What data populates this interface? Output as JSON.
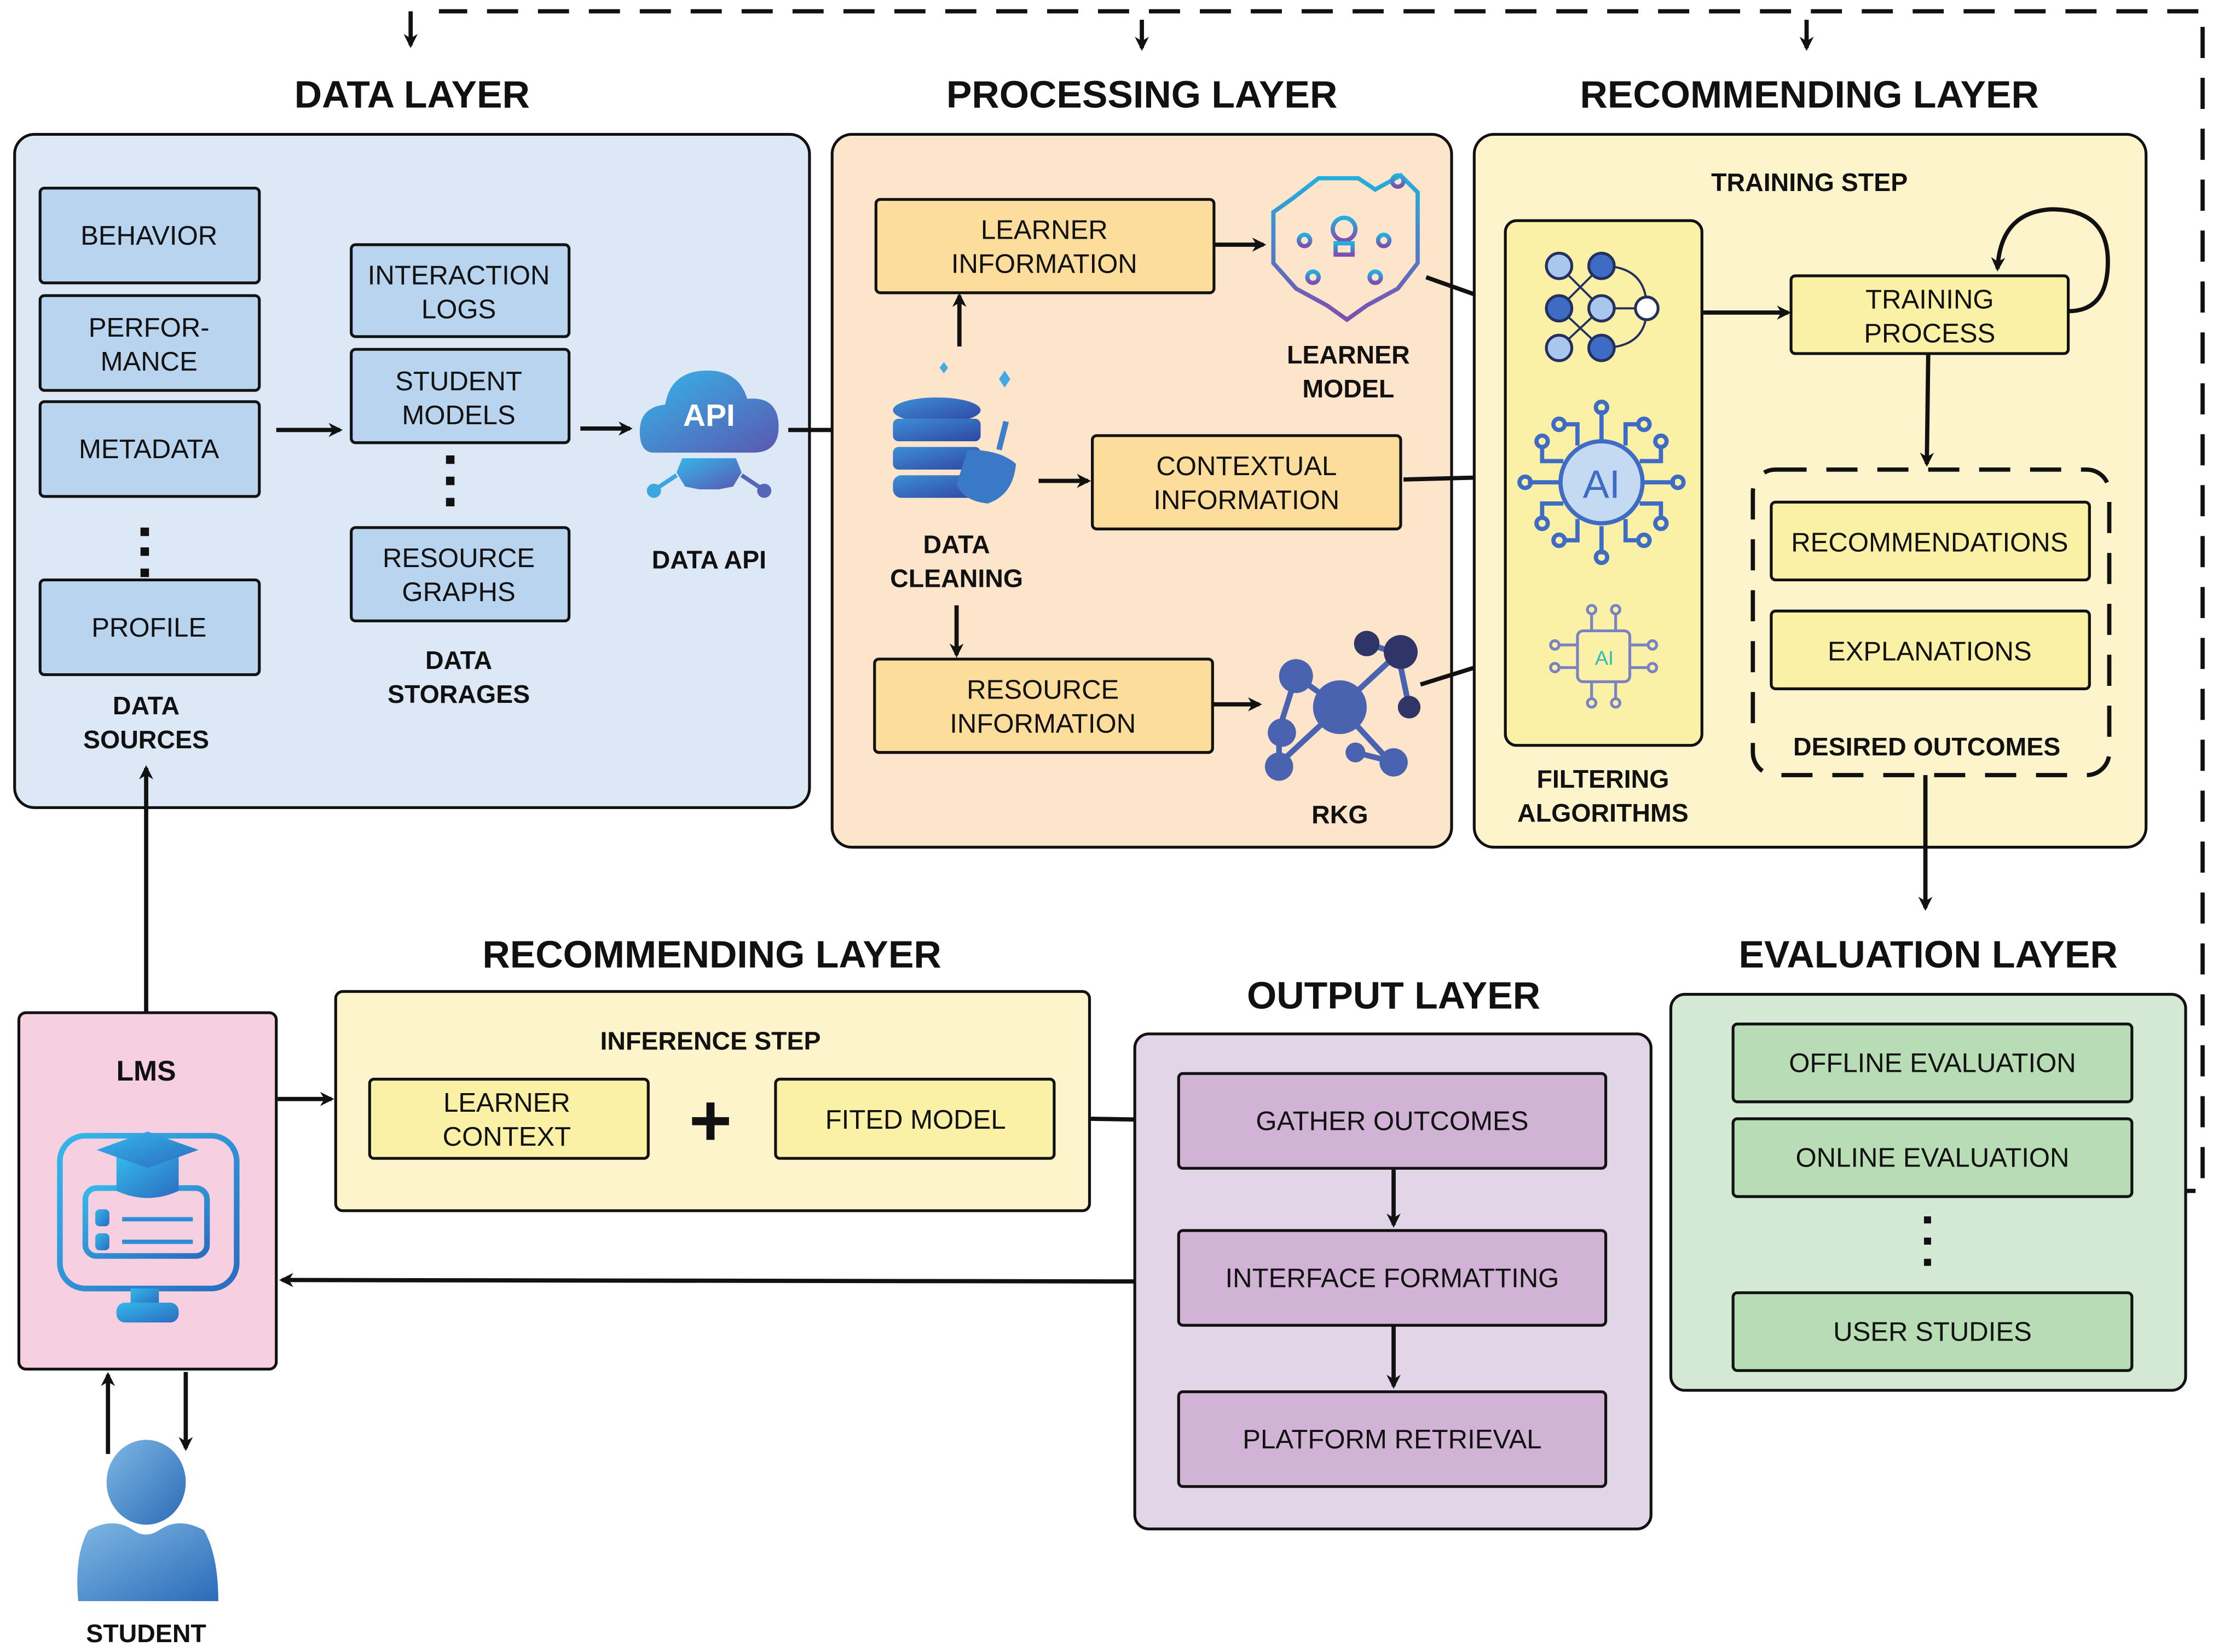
{
  "feedback_loop": {
    "style": "dashed"
  },
  "data_layer": {
    "title": "DATA LAYER",
    "sources": {
      "items": [
        "BEHAVIOR",
        [
          "PERFOR-",
          "MANCE"
        ],
        "METADATA",
        "PROFILE"
      ],
      "label": [
        "DATA",
        "SOURCES"
      ]
    },
    "storages": {
      "items": [
        [
          "INTERACTION",
          "LOGS"
        ],
        [
          "STUDENT",
          "MODELS"
        ],
        [
          "RESOURCE",
          "GRAPHS"
        ]
      ],
      "label": [
        "DATA",
        "STORAGES"
      ]
    },
    "api": {
      "icon_text": "API",
      "label": "DATA API"
    }
  },
  "processing_layer": {
    "title": "PROCESSING LAYER",
    "cleaning_label": [
      "DATA",
      "CLEANING"
    ],
    "learner_info": [
      "LEARNER",
      "INFORMATION"
    ],
    "contextual_info": [
      "CONTEXTUAL",
      "INFORMATION"
    ],
    "resource_info": [
      "RESOURCE",
      "INFORMATION"
    ],
    "learner_model_label": [
      "LEARNER",
      "MODEL"
    ],
    "rkg_label": "RKG"
  },
  "recommending_layer_training": {
    "title": "RECOMMENDING LAYER",
    "step": "TRAINING STEP",
    "filtering_label": [
      "FILTERING",
      "ALGORITHMS"
    ],
    "ai_icon_text": "AI",
    "chip_icon_text": "AI",
    "training_process": [
      "TRAINING",
      "PROCESS"
    ],
    "desired_outcomes": {
      "items": [
        "RECOMMENDATIONS",
        "EXPLANATIONS"
      ],
      "label": "DESIRED OUTCOMES"
    }
  },
  "recommending_layer_inference": {
    "title": "RECOMMENDING LAYER",
    "step": "INFERENCE STEP",
    "learner_context": [
      "LEARNER",
      "CONTEXT"
    ],
    "plus": "+",
    "fitted_model": "FITED MODEL"
  },
  "output_layer": {
    "title": "OUTPUT LAYER",
    "items": [
      "GATHER OUTCOMES",
      "INTERFACE FORMATTING",
      "PLATFORM RETRIEVAL"
    ]
  },
  "evaluation_layer": {
    "title": "EVALUATION LAYER",
    "items": [
      "OFFLINE EVALUATION",
      "ONLINE EVALUATION",
      "USER STUDIES"
    ]
  },
  "lms": {
    "label": "LMS"
  },
  "student": {
    "label": "STUDENT"
  },
  "colors": {
    "data_panel": "#dce8f5",
    "data_box": "#b9d4ef",
    "processing_panel": "#fde5cc",
    "processing_box": "#fddd9c",
    "recommending_panel": "#fdf4cc",
    "recommending_box": "#fbf1a6",
    "output_panel": "#e2d5e7",
    "output_box": "#d1b3d6",
    "evaluation_panel": "#d4e9d4",
    "evaluation_box": "#b8dcb4",
    "lms_panel": "#f6cfe0"
  }
}
